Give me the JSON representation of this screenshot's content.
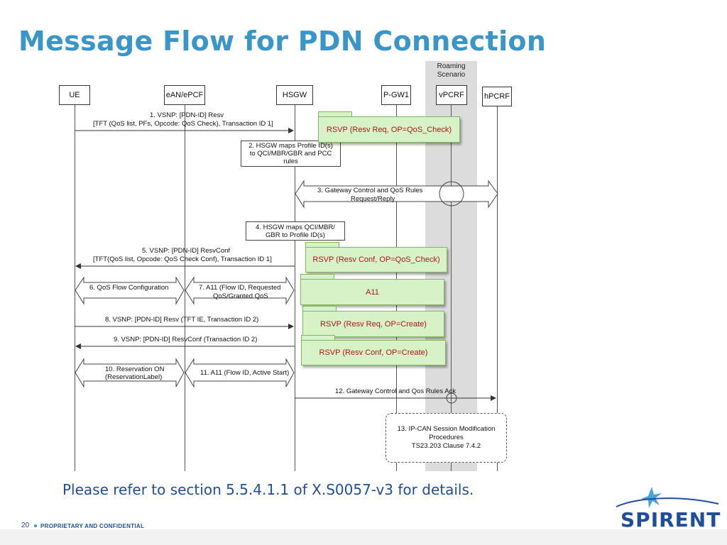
{
  "slide": {
    "title": "Message Flow for PDN Connection",
    "reference": "Please refer to section 5.5.4.1.1 of X.S0057-v3 for details.",
    "page_number": "20",
    "confidentiality": "PROPRIETARY AND CONFIDENTIAL",
    "brand": "SPIRENT"
  },
  "diagram": {
    "roaming_label": [
      "Roaming",
      "Scenario"
    ],
    "entities": {
      "ue": "UE",
      "ean": "eAN/ePCF",
      "hsgw": "HSGW",
      "pgw": "P-GW1",
      "vpcrf": "vPCRF",
      "hpcrf": "hPCRF"
    },
    "messages": {
      "m1_line1": "1. VSNP: [PDN-ID] Resv",
      "m1_line2": "[TFT (QoS list, PFs, Opcode: QoS Check), Transaction ID 1]",
      "m2_line1": "2. HSGW maps Profile ID(s)",
      "m2_line2": "to QCI/MBR/GBR and PCC",
      "m2_line3": "rules",
      "m3_line1": "3. Gateway Control and QoS Rules",
      "m3_line2": "Request/Reply",
      "m4_line1": "4. HSGW maps QCI/MBR/",
      "m4_line2": "GBR to Profile ID(s)",
      "m5_line1": "5. VSNP: [PDN-ID] ResvConf",
      "m5_line2": "[TFT(QoS list, Opcode: QoS Check Conf), Transaction ID 1]",
      "m6": "6. QoS Flow Configuration",
      "m7_line1": "7. A11 (Flow ID, Requested",
      "m7_line2": "QoS/Granted QoS",
      "m8": "8. VSNP: [PDN-ID] Resv (TFT IE,  Transaction ID 2)",
      "m9": "9. VSNP: [PDN-ID] ResvConf (Transaction ID 2)",
      "m10_line1": "10. Reservation ON",
      "m10_line2": "(ReservationLabel)",
      "m11": "11. A11 (Flow ID, Active Start)",
      "m12": "12. Gateway Control and Qos Rules Ack",
      "m13_line1": "13. IP-CAN Session Modification",
      "m13_line2": "Procedures",
      "m13_line3": "TS23.203 Clause 7.4.2"
    },
    "notes": {
      "n1": "RSVP (Resv Req, OP=QoS_Check)",
      "n2": "RSVP (Resv Conf, OP=QoS_Check)",
      "n3": "A11",
      "n4": "RSVP (Resv Req, OP=Create)",
      "n5": "RSVP (Resv Conf, OP=Create)"
    },
    "colors": {
      "title": "#3a95c8",
      "note_bg": "#d7f2c6",
      "note_text": "#b0141e",
      "roam_band": "#dcdcdc",
      "brand": "#1f4e9c"
    }
  }
}
